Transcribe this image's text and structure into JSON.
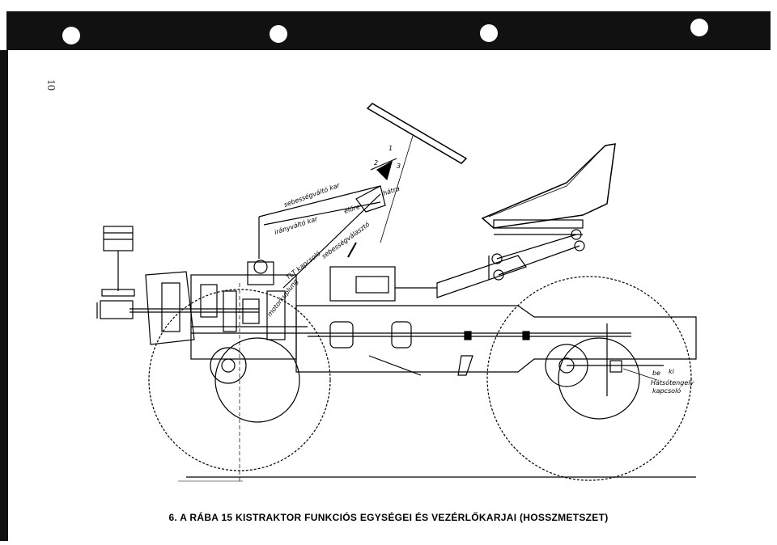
{
  "page_number": "10",
  "caption": "6.  A RÁBA 15 KISTRAKTOR FUNKCIÓS EGYSÉGEI ÉS VEZÉRLŐKARJAI (HOSSZMETSZET)",
  "labels": {
    "speed_lever": "sebességváltó kar",
    "direction_lever": "irányváltó kar",
    "forward": "előre",
    "reverse": "hátra",
    "tlt_switch": "TLT kapcsoló",
    "speed_selector": "sebességválasztó",
    "motor_clutch": "motorkuplung",
    "gear_1": "1",
    "gear_2": "2",
    "gear_3": "3",
    "rear_axle_switch_on": "be",
    "rear_axle_switch_off": "ki",
    "rear_axle_line1": "Hátsótengely",
    "rear_axle_line2": "kapcsoló"
  },
  "colors": {
    "ink": "#000000",
    "paper": "#ffffff",
    "frame": "#111111"
  }
}
